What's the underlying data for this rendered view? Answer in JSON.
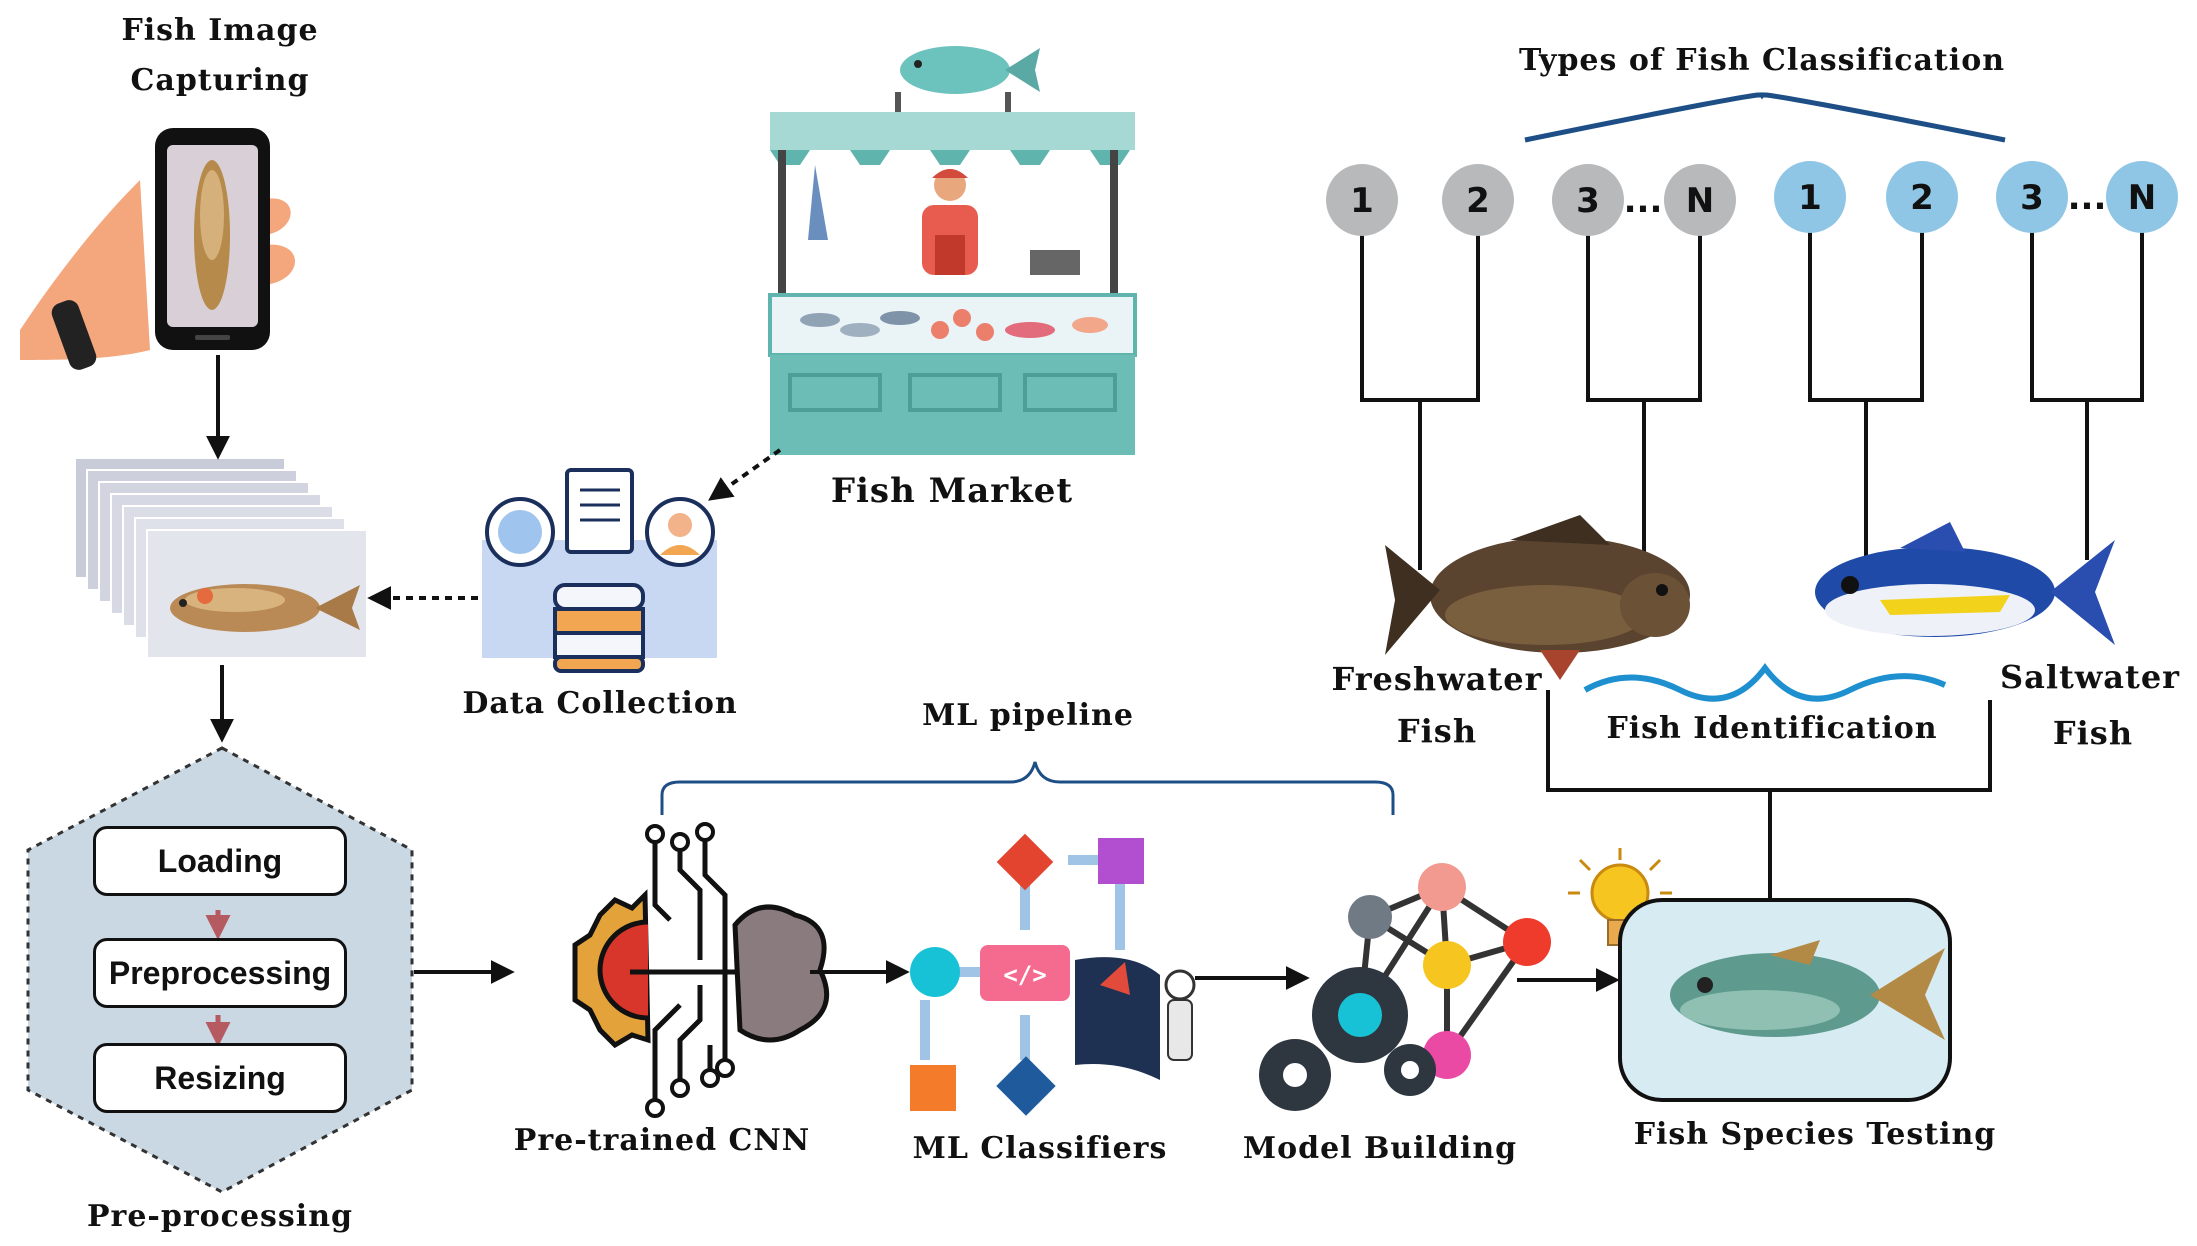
{
  "capture": {
    "title_line1": "Fish Image",
    "title_line2": "Capturing"
  },
  "market": {
    "label": "Fish Market"
  },
  "data_collection": {
    "label": "Data Collection"
  },
  "preprocessing": {
    "label": "Pre-processing",
    "steps": [
      "Loading",
      "Preprocessing",
      "Resizing"
    ]
  },
  "pipeline": {
    "brace_label": "ML pipeline",
    "cnn_label": "Pre-trained CNN",
    "classifiers_label": "ML Classifiers",
    "model_label": "Model Building",
    "testing_label": "Fish Species Testing"
  },
  "classification": {
    "title": "Types of Fish Classification",
    "freshwater_nodes": [
      "1",
      "2",
      "3",
      "N"
    ],
    "saltwater_nodes": [
      "1",
      "2",
      "3",
      "N"
    ],
    "ellipsis": "...",
    "freshwater_line1": "Freshwater",
    "freshwater_line2": "Fish",
    "saltwater_line1": "Saltwater",
    "saltwater_line2": "Fish",
    "identification_label": "Fish Identification"
  },
  "colors": {
    "gray_node": "#b7b9bb",
    "blue_node": "#8fc6e6",
    "hexagon_fill": "#c9d8e3",
    "testing_fill": "#d7ebf3",
    "brace": "#1d4f86",
    "wave": "#1e90d0",
    "step_arrow": "#b55a60"
  }
}
